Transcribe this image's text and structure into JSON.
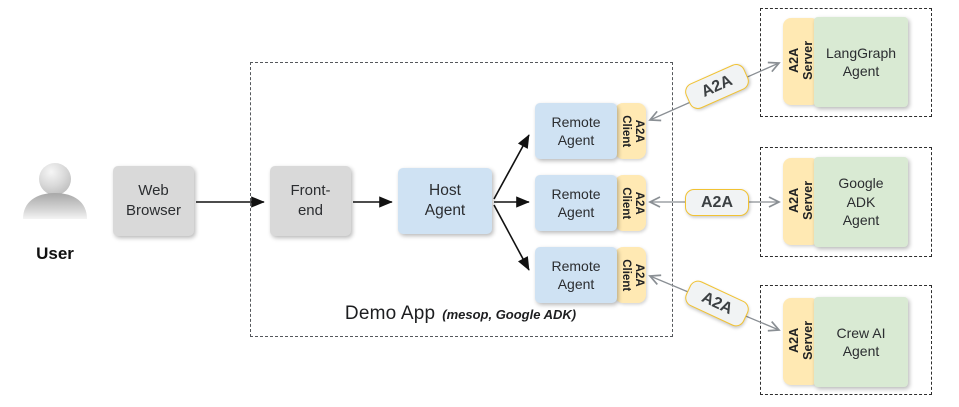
{
  "colors": {
    "box-gray": "#d9d9d9",
    "box-blue": "#cfe2f3",
    "box-green": "#d9ead3",
    "tab-yellow": "#ffe9b3",
    "pill-bg": "#f1f3f4",
    "pill-border": "#f1c232",
    "arrow-black": "#111111",
    "arrow-gray": "#8a8f94"
  },
  "user": {
    "label": "User"
  },
  "flow": {
    "web_browser": "Web\nBrowser",
    "front_end": "Front-\nend",
    "host_agent": "Host\nAgent"
  },
  "demo_app": {
    "title": "Demo App",
    "subtitle": "(mesop, Google ADK)"
  },
  "remote_agents": [
    {
      "label": "Remote\nAgent",
      "tab": "A2A\nClient"
    },
    {
      "label": "Remote\nAgent",
      "tab": "A2A\nClient"
    },
    {
      "label": "Remote\nAgent",
      "tab": "A2A\nClient"
    }
  ],
  "a2a_pills": [
    "A2A",
    "A2A",
    "A2A"
  ],
  "server_groups": [
    {
      "tab": "A2A\nServer",
      "label": "LangGraph\nAgent"
    },
    {
      "tab": "A2A\nServer",
      "label": "Google\nADK\nAgent"
    },
    {
      "tab": "A2A\nServer",
      "label": "Crew AI\nAgent"
    }
  ]
}
